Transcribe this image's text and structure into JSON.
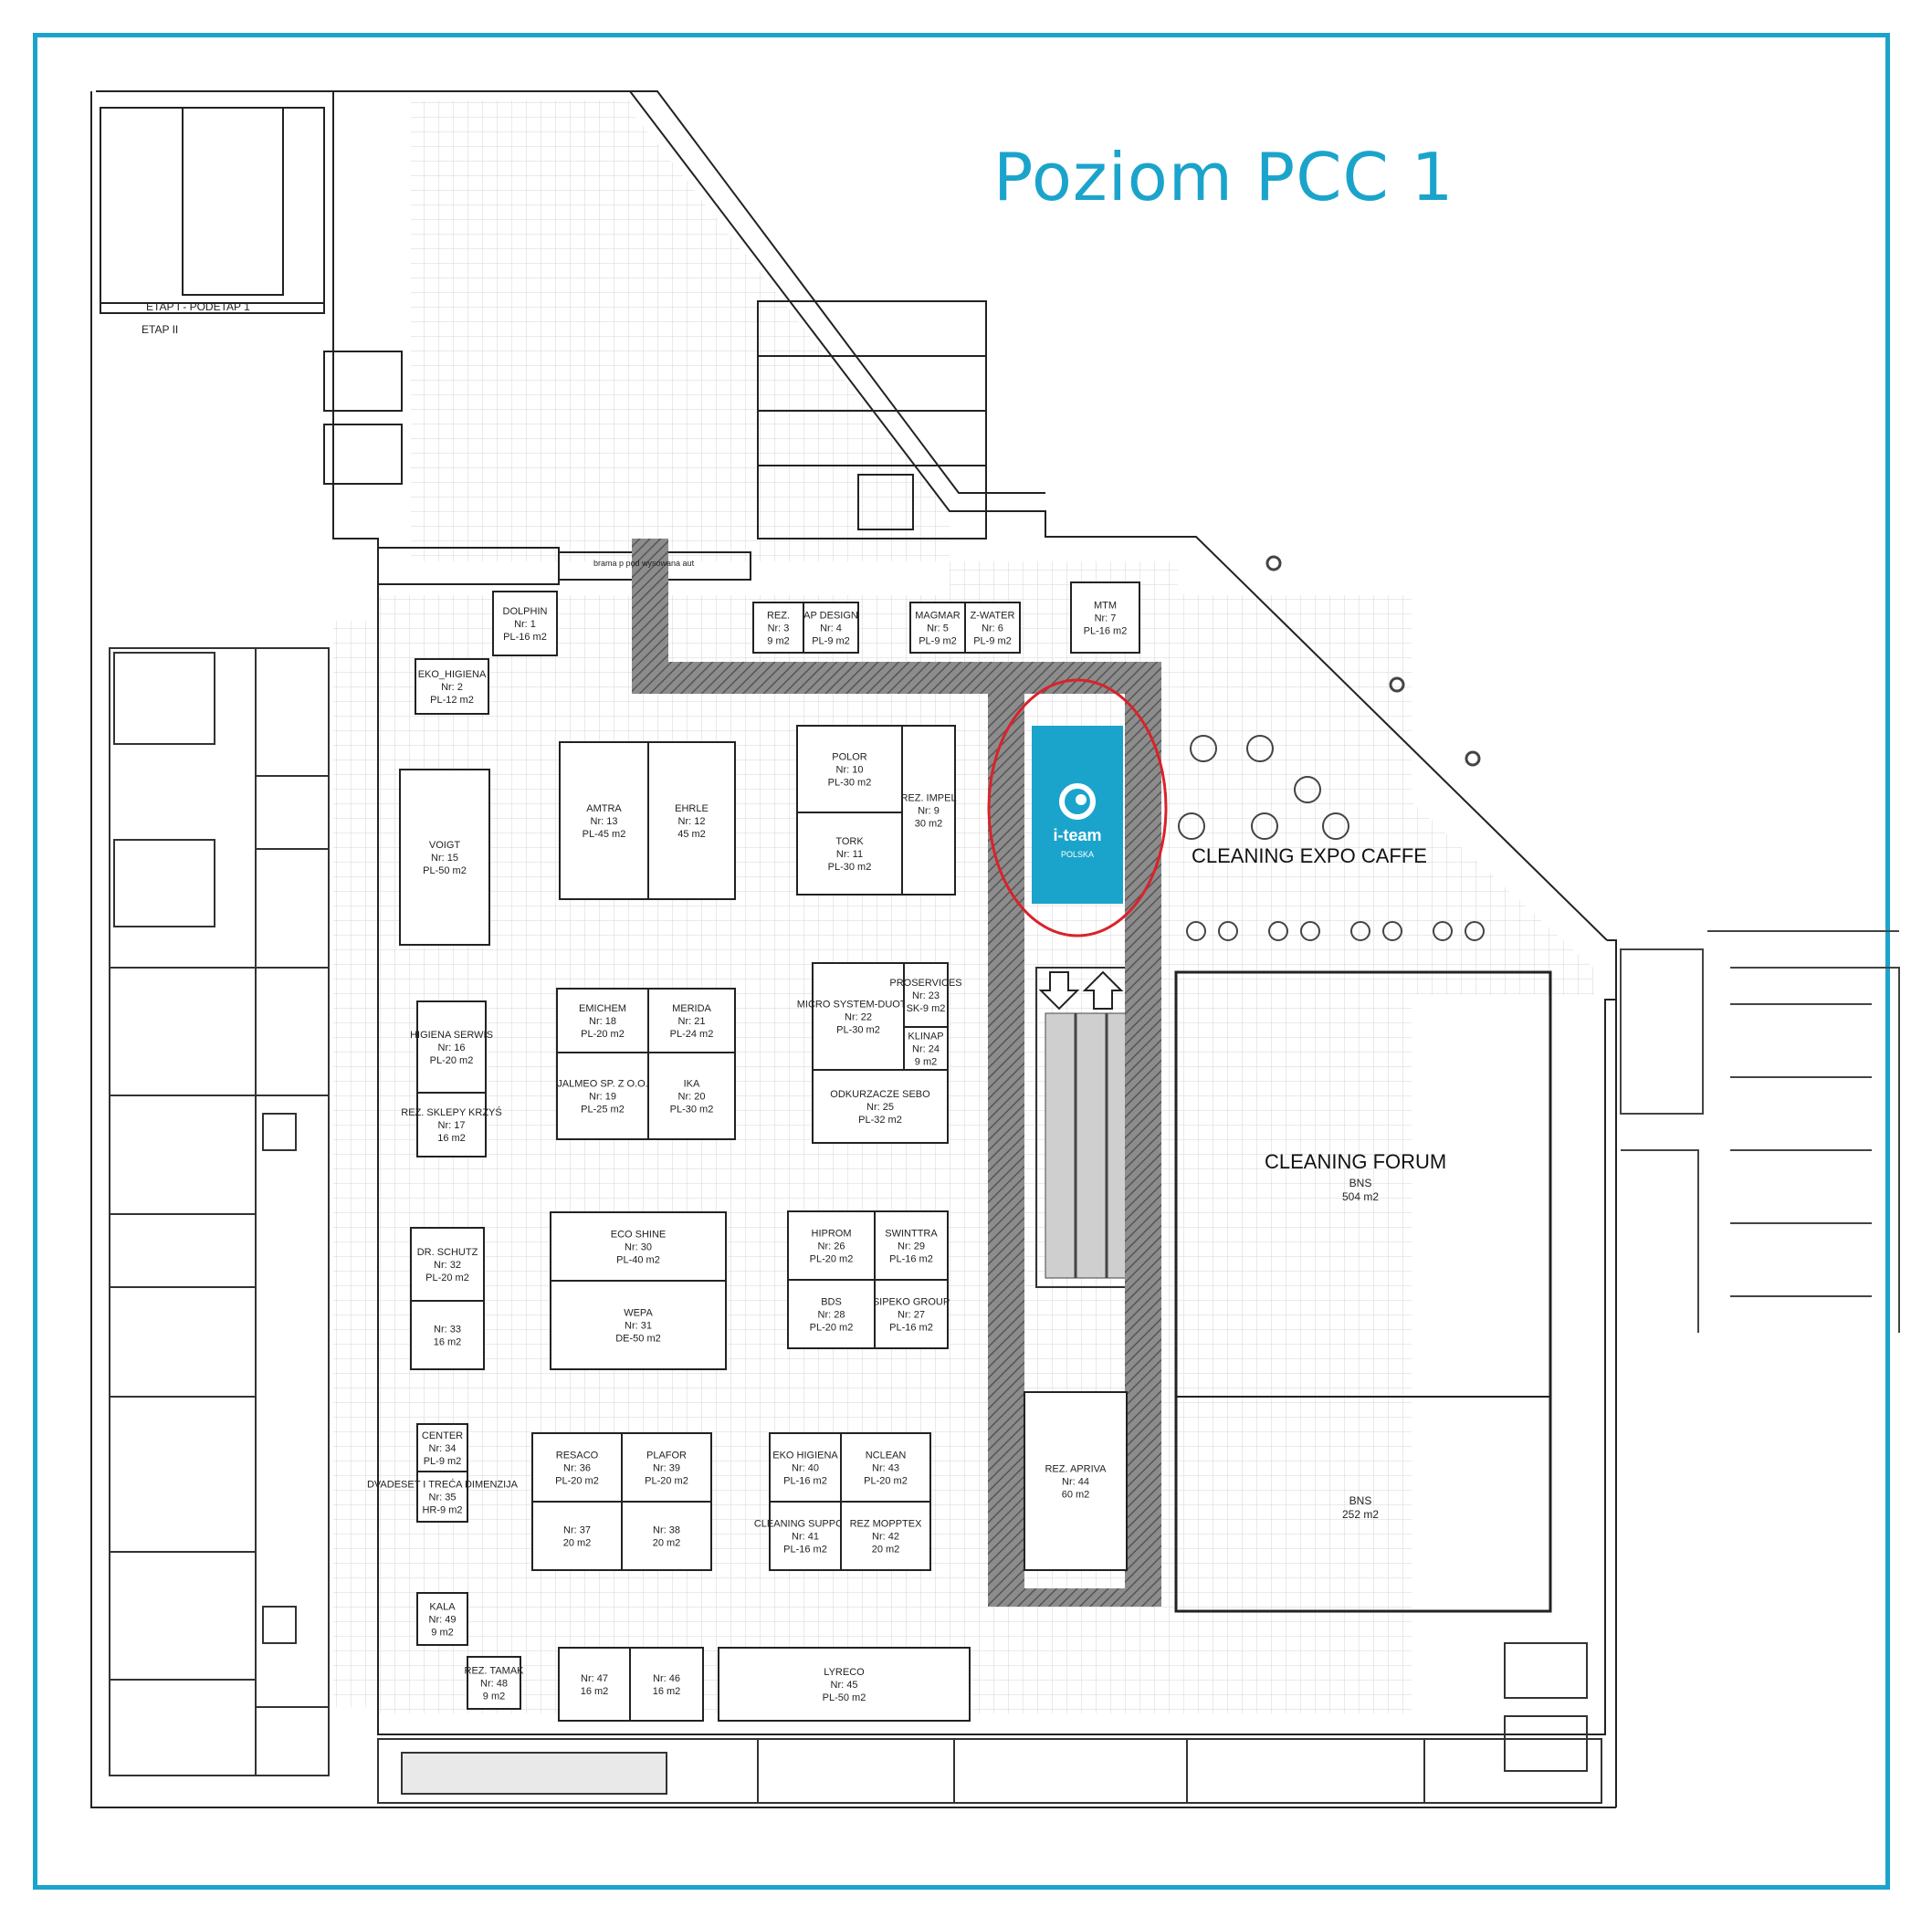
{
  "title": "Poziom PCC 1",
  "accent_color": "#1ba4cb",
  "highlight_color": "#d8232a",
  "labels": {
    "etap1": "ETAP I - PODETAP 1",
    "etap2": "ETAP II",
    "gate": "brama p pod wysowana aut",
    "caffe": "CLEANING EXPO CAFFE",
    "forum": "CLEANING FORUM",
    "forum_bns": "BNS",
    "forum_area": "504 m2",
    "bns2": "BNS",
    "bns2_area": "252 m2"
  },
  "logo": {
    "brand": "i-team",
    "sub": "POLSKA"
  },
  "booths": [
    {
      "name": "DOLPHIN",
      "nr": "Nr: 1",
      "area": "PL-16 m2"
    },
    {
      "name": "EKO_HIGIENA",
      "nr": "Nr: 2",
      "area": "PL-12 m2"
    },
    {
      "name": "REZ.",
      "nr": "Nr: 3",
      "area": "9 m2"
    },
    {
      "name": "AP DESIGN",
      "nr": "Nr: 4",
      "area": "PL-9 m2"
    },
    {
      "name": "MAGMAR",
      "nr": "Nr: 5",
      "area": "PL-9 m2"
    },
    {
      "name": "Z-WATER",
      "nr": "Nr: 6",
      "area": "PL-9 m2"
    },
    {
      "name": "MTM",
      "nr": "Nr: 7",
      "area": "PL-16 m2"
    },
    {
      "name": "REZ. IMPEL",
      "nr": "Nr: 9",
      "area": "30 m2"
    },
    {
      "name": "POLOR",
      "nr": "Nr: 10",
      "area": "PL-30 m2"
    },
    {
      "name": "TORK",
      "nr": "Nr: 11",
      "area": "PL-30 m2"
    },
    {
      "name": "EHRLE",
      "nr": "Nr: 12",
      "area": "45 m2"
    },
    {
      "name": "AMTRA",
      "nr": "Nr: 13",
      "area": "PL-45 m2"
    },
    {
      "name": "VOIGT",
      "nr": "Nr: 15",
      "area": "PL-50 m2"
    },
    {
      "name": "HIGIENA SERWIS",
      "nr": "Nr: 16",
      "area": "PL-20 m2"
    },
    {
      "name": "REZ. SKLEPY KRZYŚ",
      "nr": "Nr: 17",
      "area": "16 m2"
    },
    {
      "name": "EMICHEM",
      "nr": "Nr: 18",
      "area": "PL-20 m2"
    },
    {
      "name": "JALMEO SP. Z O.O.",
      "nr": "Nr: 19",
      "area": "PL-25 m2"
    },
    {
      "name": "IKA",
      "nr": "Nr: 20",
      "area": "PL-30 m2"
    },
    {
      "name": "MERIDA",
      "nr": "Nr: 21",
      "area": "PL-24 m2"
    },
    {
      "name": "MICRO SYSTEM-DUOTEX",
      "nr": "Nr: 22",
      "area": "PL-30 m2"
    },
    {
      "name": "PROSERVICES",
      "nr": "Nr: 23",
      "area": "SK-9 m2"
    },
    {
      "name": "KLINAP",
      "nr": "Nr: 24",
      "area": "9 m2"
    },
    {
      "name": "ODKURZACZE SEBO",
      "nr": "Nr: 25",
      "area": "PL-32 m2"
    },
    {
      "name": "HIPROM",
      "nr": "Nr: 26",
      "area": "PL-20 m2"
    },
    {
      "name": "SIPEKO GROUP",
      "nr": "Nr: 27",
      "area": "PL-16 m2"
    },
    {
      "name": "BDS",
      "nr": "Nr: 28",
      "area": "PL-20 m2"
    },
    {
      "name": "SWINTTRA",
      "nr": "Nr: 29",
      "area": "PL-16 m2"
    },
    {
      "name": "ECO SHINE",
      "nr": "Nr: 30",
      "area": "PL-40 m2"
    },
    {
      "name": "WEPA",
      "nr": "Nr: 31",
      "area": "DE-50 m2"
    },
    {
      "name": "DR. SCHUTZ",
      "nr": "Nr: 32",
      "area": "PL-20 m2"
    },
    {
      "name": "",
      "nr": "Nr: 33",
      "area": "16 m2"
    },
    {
      "name": "CENTER",
      "nr": "Nr: 34",
      "area": "PL-9 m2"
    },
    {
      "name": "DVADESET I TREĆA DIMENZIJA",
      "nr": "Nr: 35",
      "area": "HR-9 m2"
    },
    {
      "name": "RESACO",
      "nr": "Nr: 36",
      "area": "PL-20 m2"
    },
    {
      "name": "",
      "nr": "Nr: 37",
      "area": "20 m2"
    },
    {
      "name": "",
      "nr": "Nr: 38",
      "area": "20 m2"
    },
    {
      "name": "PLAFOR",
      "nr": "Nr: 39",
      "area": "PL-20 m2"
    },
    {
      "name": "EKO HIGIENA",
      "nr": "Nr: 40",
      "area": "PL-16 m2"
    },
    {
      "name": "CLEANING SUPPORT",
      "nr": "Nr: 41",
      "area": "PL-16 m2"
    },
    {
      "name": "REZ MOPPTEX",
      "nr": "Nr: 42",
      "area": "20 m2"
    },
    {
      "name": "NCLEAN",
      "nr": "Nr: 43",
      "area": "PL-20 m2"
    },
    {
      "name": "REZ. APRIVA",
      "nr": "Nr: 44",
      "area": "60 m2"
    },
    {
      "name": "LYRECO",
      "nr": "Nr: 45",
      "area": "PL-50 m2"
    },
    {
      "name": "",
      "nr": "Nr: 46",
      "area": "16 m2"
    },
    {
      "name": "",
      "nr": "Nr: 47",
      "area": "16 m2"
    },
    {
      "name": "REZ. TAMAK",
      "nr": "Nr: 48",
      "area": "9 m2"
    },
    {
      "name": "KALA",
      "nr": "Nr: 49",
      "area": "9 m2"
    }
  ]
}
